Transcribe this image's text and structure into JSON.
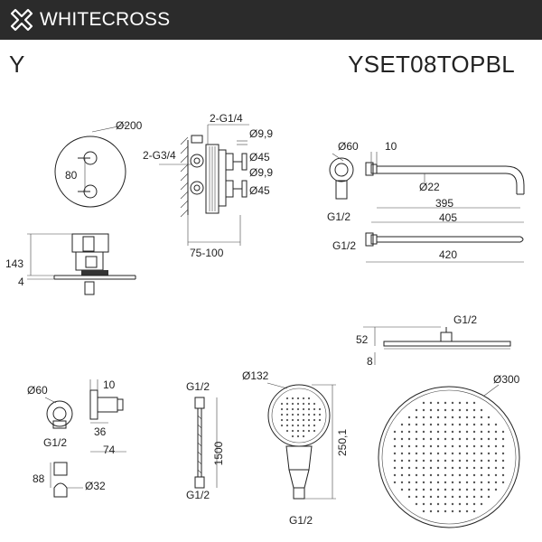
{
  "header": {
    "brand": "WHITECROSS",
    "logo_icon": "crossed-x-logo-icon",
    "background": "#2b2b2b"
  },
  "title": {
    "series": "Y",
    "model": "YSET08TOPBL"
  },
  "mixer": {
    "diameter": "Ø200",
    "spacing": "80",
    "height": "143",
    "depth": "4"
  },
  "valve_body": {
    "outlet_top": "2-G1/4",
    "inlet": "2-G3/4",
    "d1": "Ø9,9",
    "d2": "Ø45",
    "d3": "Ø9,9",
    "d4": "Ø45",
    "depth": "75-100"
  },
  "shower_arm": {
    "flange": "Ø60",
    "offset": "10",
    "tube": "Ø22",
    "inner": "395",
    "mid": "405",
    "total": "420",
    "thread_top": "G1/2",
    "thread_bottom": "G1/2"
  },
  "head_side": {
    "thread": "G1/2",
    "height": "52",
    "thickness": "8"
  },
  "wall_outlet": {
    "diameter": "Ø60",
    "offset": "10",
    "depth": "36",
    "length": "74",
    "thread": "G1/2",
    "holder_height": "88",
    "holder_diameter": "Ø32"
  },
  "hose": {
    "thread_top": "G1/2",
    "length": "1500",
    "thread_bottom": "G1/2"
  },
  "hand_shower": {
    "diameter": "Ø132",
    "length": "250,1",
    "thread": "G1/2"
  },
  "rain_head": {
    "diameter": "Ø300"
  }
}
